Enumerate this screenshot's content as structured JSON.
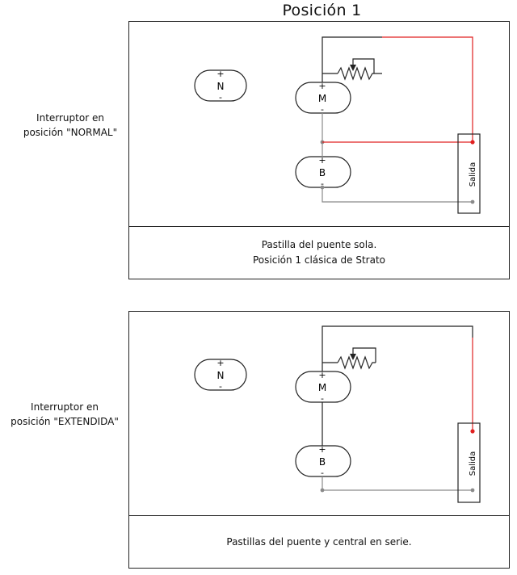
{
  "title": "Posición 1",
  "diagrams": [
    {
      "side_label_line1": "Interruptor en",
      "side_label_line2": "posición \"NORMAL\"",
      "caption_line1": "Pastilla del puente sola.",
      "caption_line2": "Posición 1 clásica de Strato"
    },
    {
      "side_label_line1": "Interruptor en",
      "side_label_line2": "posición \"EXTENDIDA\"",
      "caption_line1": "Pastillas del puente y central en serie.",
      "caption_line2": ""
    }
  ],
  "pickups": {
    "neck": "N",
    "middle": "M",
    "bridge": "B"
  },
  "polarity": {
    "plus": "+",
    "minus": "-"
  },
  "output_label": "Salida",
  "colors": {
    "hot_wire": "#e02020",
    "ground_wire": "#8a8a8a",
    "wire": "#222222"
  }
}
